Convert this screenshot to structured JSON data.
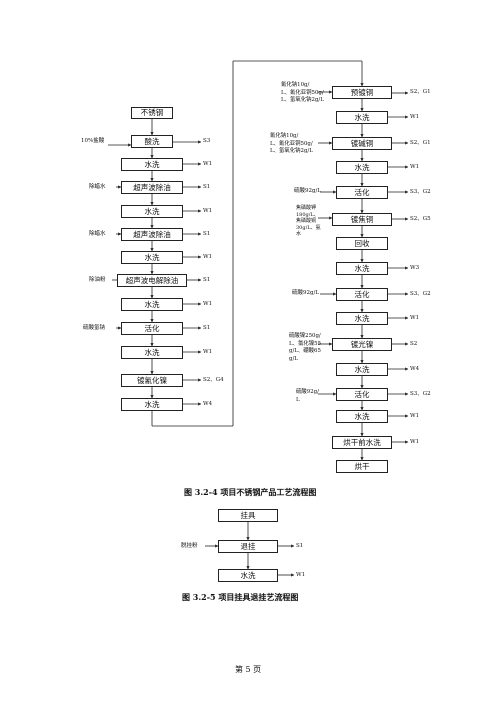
{
  "left_chain": {
    "steps": [
      "不锈钢",
      "酸洗",
      "水洗",
      "超声波除油",
      "水洗",
      "超声波除油",
      "水洗",
      "超声波电解除油",
      "水洗",
      "活化",
      "水洗",
      "镀氰化镍",
      "水洗"
    ],
    "inputs": [
      "10%盐酸",
      "除蜡水",
      "除蜡水",
      "除油粉",
      "硫酸氢钠"
    ],
    "outputs": [
      "S3",
      "W1",
      "S1",
      "W1",
      "S1",
      "W1",
      "S1",
      "W1",
      "S1",
      "W1",
      "S2、G4",
      "W4"
    ]
  },
  "right_chain": {
    "steps": [
      "预镀铜",
      "水洗",
      "镀碱铜",
      "水洗",
      "活化",
      "镀焦铜",
      "回收",
      "水洗",
      "活化",
      "水洗",
      "镀光镍",
      "水洗",
      "活化",
      "水洗",
      "烘干前水洗",
      "烘干"
    ],
    "inputs": [
      "氰化钠10g/\nL、氰化亚铜50g/\nL、氢氧化钠2g/L",
      "氰化钠10g/\nL、氰化亚铜50g/\nL、氢氧化钠2g/L",
      "硫酸92g/L",
      "焦磷酸钾\n180g/L、\n焦磷酸铜\n30g/L、氨\n水",
      "硫酸92g/L",
      "硫酸镍250g/\nL、氯化镍55\ng/L、硼酸65\ng/L",
      "硫酸92g/\nL"
    ],
    "outputs": [
      "S2、G1",
      "W1",
      "S2、G1",
      "W1",
      "S3、G2",
      "S2、G5",
      "W3",
      "S3、G2",
      "W1",
      "S2",
      "W4",
      "S3、G2",
      "W1",
      "W1"
    ]
  },
  "caption1": "图 3.2-4  项目不锈钢产品工艺流程图",
  "fig2": {
    "steps": [
      "挂具",
      "退挂",
      "水洗"
    ],
    "input": "脱挂粉",
    "outputs": [
      "S1",
      "W1"
    ]
  },
  "caption2": "图 3.2-5  项目挂具退挂艺流程图",
  "page_number": "第 5 页"
}
